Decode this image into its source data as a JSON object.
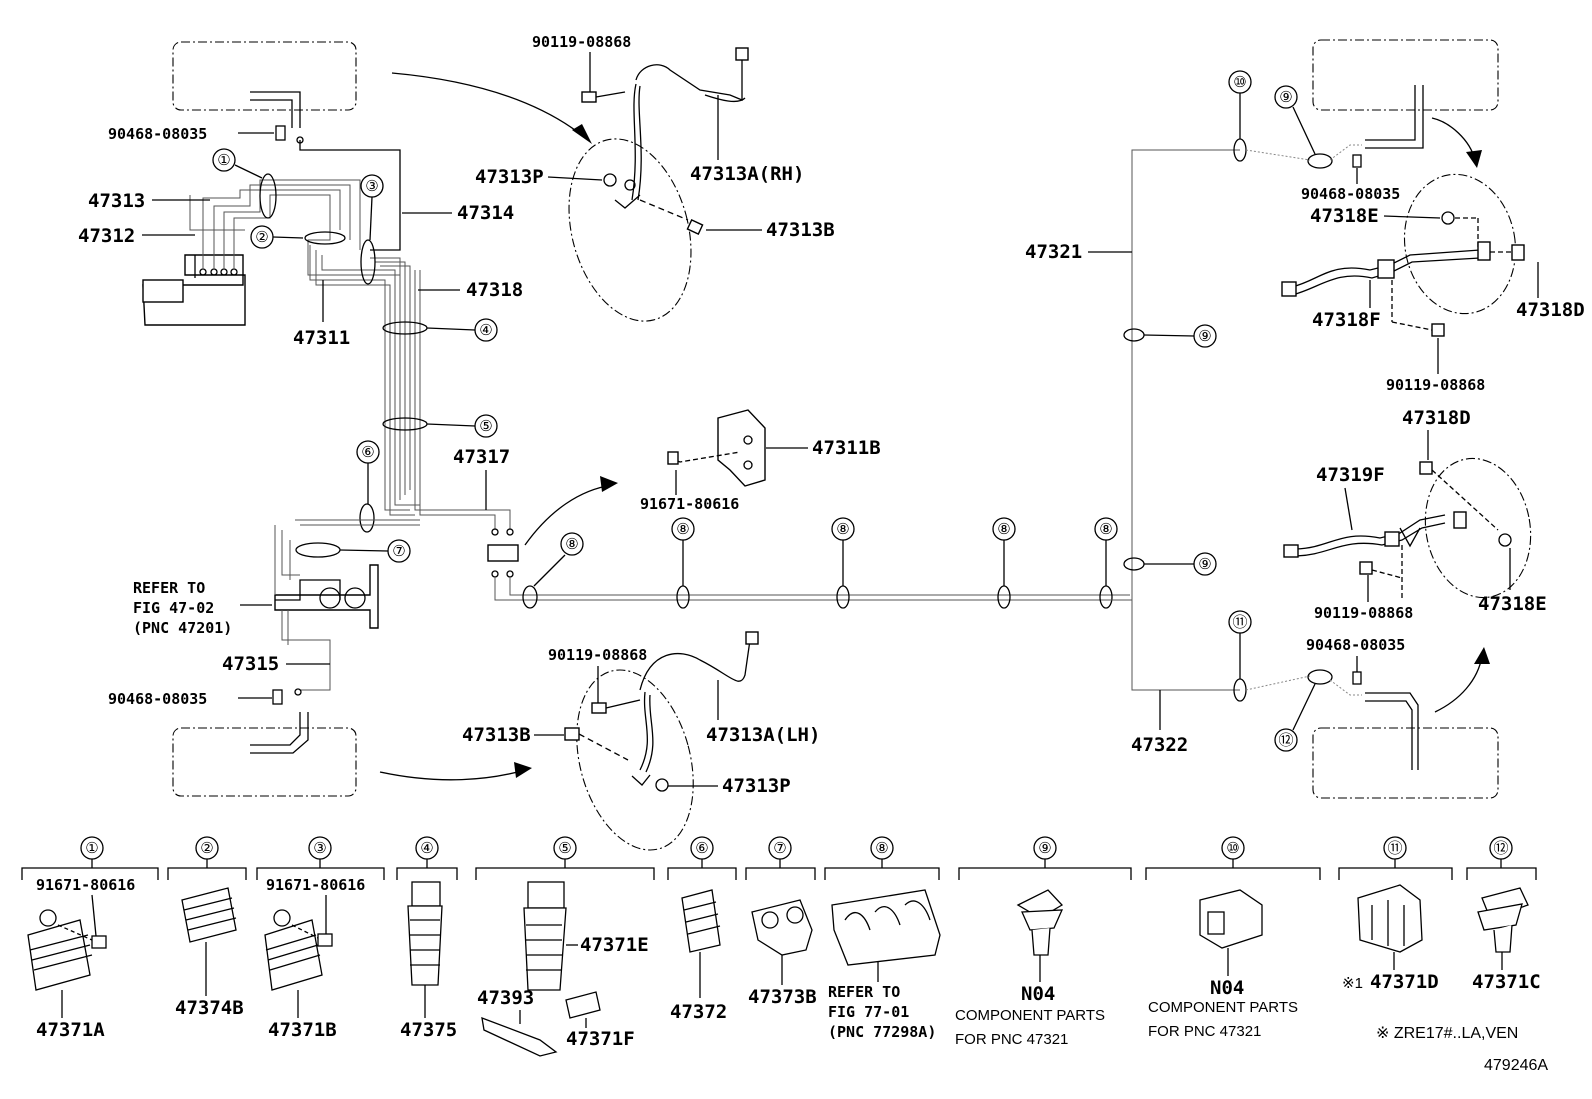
{
  "diagram_id": "479246A",
  "note": "※ ZRE17#..LA,VEN",
  "callouts": {
    "c1": "①",
    "c2": "②",
    "c3": "③",
    "c4": "④",
    "c5": "⑤",
    "c6": "⑥",
    "c7": "⑦",
    "c8": "⑧",
    "c9": "⑨",
    "c10": "⑩",
    "c11": "⑪",
    "c12": "⑫"
  },
  "labels": {
    "p90119_top": "90119-08868",
    "p90468_top": "90468-08035",
    "p47313": "47313",
    "p47312": "47312",
    "p47314": "47314",
    "p47318": "47318",
    "p47311": "47311",
    "p47313P_top": "47313P",
    "p47313A_RH": "47313A(RH)",
    "p47313B_top": "47313B",
    "p47317": "47317",
    "p47311B": "47311B",
    "p91671_mid": "91671-80616",
    "refer1a": "REFER TO",
    "refer1b": "FIG 47-02",
    "refer1c": "(PNC 47201)",
    "p47315": "47315",
    "p90468_bot": "90468-08035",
    "p90119_bot": "90119-08868",
    "p47313B_bot": "47313B",
    "p47313A_LH": "47313A(LH)",
    "p47313P_bot": "47313P",
    "p47321": "47321",
    "p47322": "47322",
    "p90468_r1": "90468-08035",
    "p47318E_top": "47318E",
    "p47318F": "47318F",
    "p47318D_r": "47318D",
    "p90119_r1": "90119-08868",
    "p47318D_mid": "47318D",
    "p47319F": "47319F",
    "p90119_r2": "90119-08868",
    "p47318E_bot": "47318E",
    "p90468_r2": "90468-08035"
  },
  "legend": [
    {
      "num": "①",
      "screw": "91671-80616",
      "part": "47371A"
    },
    {
      "num": "②",
      "part": "47374B"
    },
    {
      "num": "③",
      "screw": "91671-80616",
      "part": "47371B"
    },
    {
      "num": "④",
      "part": "47375"
    },
    {
      "num": "⑤",
      "part_a": "47371E",
      "part_b": "47393",
      "part_c": "47371F"
    },
    {
      "num": "⑥",
      "part": "47372"
    },
    {
      "num": "⑦",
      "part": "47373B"
    },
    {
      "num": "⑧",
      "ref1": "REFER TO",
      "ref2": "FIG 77-01",
      "ref3": "(PNC 77298A)"
    },
    {
      "num": "⑨",
      "part": "N04",
      "desc1": "COMPONENT PARTS",
      "desc2": "FOR PNC 47321"
    },
    {
      "num": "⑩",
      "part": "N04",
      "desc1": "COMPONENT PARTS",
      "desc2": "FOR PNC 47321"
    },
    {
      "num": "⑪",
      "mark": "※1",
      "part": "47371D"
    },
    {
      "num": "⑫",
      "part": "47371C"
    }
  ]
}
